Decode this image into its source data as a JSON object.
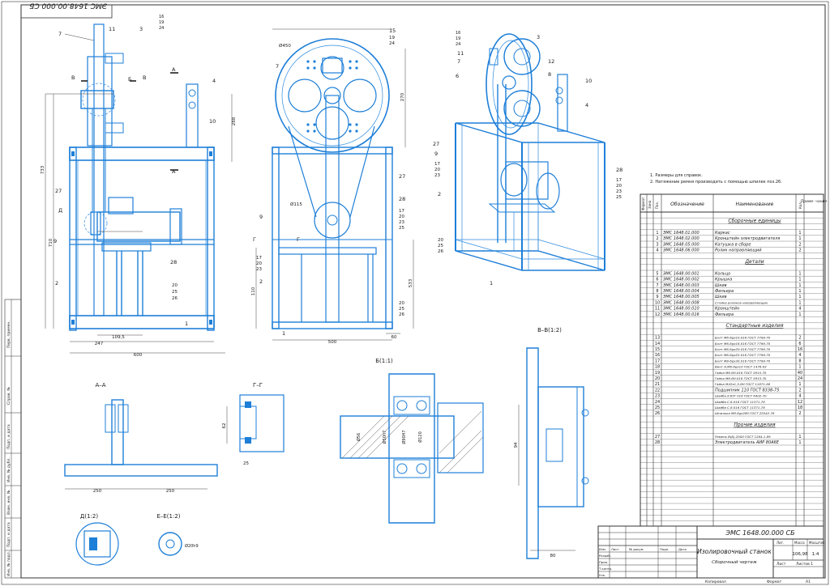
{
  "stamp_top": "ЭМС 1648.00.000 СБ",
  "notes": [
    "1. Размеры для справок.",
    "2. Натяжение ремня производить с помощью шпилек поз.26."
  ],
  "views": {
    "section_aa": "А–А",
    "section_gg": "Г–Г",
    "detail_b": "Б(1:1)",
    "section_vv": "В–В(1:2)",
    "detail_d": "Д(1:2)",
    "section_ee": "Е–Е(1:2)"
  },
  "bom": {
    "headers": {
      "format": "Формат",
      "zone": "Зона",
      "pos": "Поз.",
      "designation": "Обозначение",
      "name": "Наименование",
      "qty": "Кол.",
      "note": "Приме-\nчание"
    },
    "sections": [
      {
        "title": "Сборочные единицы",
        "rows": [
          {
            "pos": "1",
            "des": "ЭМС 1648.01.000",
            "name": "Каркас",
            "qty": "1"
          },
          {
            "pos": "2",
            "des": "ЭМС 1648.02.000",
            "name": "Кронштейн электродвигателя",
            "qty": "1"
          },
          {
            "pos": "3",
            "des": "ЭМС 1648.05.000",
            "name": "Катушка в сборе",
            "qty": "2"
          },
          {
            "pos": "4",
            "des": "ЭМС 1648.06.000",
            "name": "Ролик направляющий",
            "qty": "2"
          }
        ]
      },
      {
        "title": "Детали",
        "rows": [
          {
            "pos": "5",
            "des": "ЭМС 1648.00.001",
            "name": "Кольцо",
            "qty": "1"
          },
          {
            "pos": "6",
            "des": "ЭМС 1648.00.002",
            "name": "Крышка",
            "qty": "1"
          },
          {
            "pos": "7",
            "des": "ЭМС 1648.00.003",
            "name": "Шкив",
            "qty": "1"
          },
          {
            "pos": "8",
            "des": "ЭМС 1648.00.004",
            "name": "Фильера",
            "qty": "1"
          },
          {
            "pos": "9",
            "des": "ЭМС 1648.00.005",
            "name": "Шкив",
            "qty": "1"
          },
          {
            "pos": "10",
            "des": "ЭМС 1648.00.008",
            "name": "Стойка роликов направляющих",
            "qty": "1"
          },
          {
            "pos": "11",
            "des": "ЭМС 1648.00.010",
            "name": "Кронштейн",
            "qty": "4"
          },
          {
            "pos": "12",
            "des": "ЭМС 1648.00.016",
            "name": "Фильера",
            "qty": "1"
          }
        ]
      },
      {
        "title": "Стандартные изделия",
        "rows": [
          {
            "pos": "13",
            "des": "",
            "name": "Болт М6-6gх10.016 ГОСТ 7798-70",
            "qty": "2"
          },
          {
            "pos": "14",
            "des": "",
            "name": "Болт М6-6gх16.016 ГОСТ 7798-70",
            "qty": "6"
          },
          {
            "pos": "15",
            "des": "",
            "name": "Болт М6-6gх20.016 ГОСТ 7798-70",
            "qty": "16"
          },
          {
            "pos": "16",
            "des": "",
            "name": "Болт М6-6gх25.016 ГОСТ 7798-70",
            "qty": "4"
          },
          {
            "pos": "17",
            "des": "",
            "name": "Болт М8-6gх30.016 ГОСТ 7798-70",
            "qty": "8"
          },
          {
            "pos": "18",
            "des": "",
            "name": "Винт А.М6-6gх10 ГОСТ 1476-93",
            "qty": "1"
          },
          {
            "pos": "19",
            "des": "",
            "name": "Гайка М6-6Н.016 ГОСТ 5915-70",
            "qty": "40"
          },
          {
            "pos": "20",
            "des": "",
            "name": "Гайка М8-6Н.016 ГОСТ 5915-70",
            "qty": "24"
          },
          {
            "pos": "21",
            "des": "",
            "name": "Гайка М42х1,5-6Н ГОСТ 11871-88",
            "qty": "1"
          },
          {
            "pos": "22",
            "des": "",
            "name": "Подшипник 110 ГОСТ 8338-75",
            "qty": "2"
          },
          {
            "pos": "23",
            "des": "",
            "name": "Шайба 8.65Г 016 ГОСТ 6402-70",
            "qty": "4"
          },
          {
            "pos": "24",
            "des": "",
            "name": "Шайба С.6.016 ГОСТ 11371-78",
            "qty": "12"
          },
          {
            "pos": "25",
            "des": "",
            "name": "Шайба С.8.016 ГОСТ 11371-78",
            "qty": "18"
          },
          {
            "pos": "26",
            "des": "",
            "name": "Шпилька М8-6gх280 ГОСТ 22042-76",
            "qty": "2"
          }
        ]
      },
      {
        "title": "Прочие изделия",
        "rows": [
          {
            "pos": "27",
            "des": "",
            "name": "Ремень В(Б)-2000 ГОСТ 1284.1-89",
            "qty": "1"
          },
          {
            "pos": "28",
            "des": "",
            "name": "Электродвигатель АИР 80А6Е",
            "qty": "1"
          }
        ]
      }
    ]
  },
  "title_block": {
    "designation": "ЭМС 1648.00.000 СБ",
    "name_line1": "Изолировочный станок",
    "name_line2": "Сборочный чертеж",
    "mass": "106,98",
    "scale": "1:4",
    "sheet": "Лист",
    "sheets": "Листов 1",
    "lit": "Лит.",
    "mass_label": "Масса",
    "scale_label": "Масштаб",
    "rows": [
      "Изм.",
      "Лист",
      "№ докум.",
      "Подп.",
      "Дата"
    ],
    "roles": [
      "Разраб.",
      "Пров.",
      "Т.контр.",
      "",
      "Н.контр.",
      "Утв."
    ],
    "copied": "Копировал",
    "format": "Формат",
    "format_val": "А1"
  },
  "side_labels": [
    "Инв. № подл.",
    "Подп. и дата",
    "Взам. инв. №",
    "Инв. № дубл.",
    "Подп. и дата",
    "Справ. №",
    "Перв. примен."
  ],
  "dims": {
    "front_w": "600",
    "front_w2": "247",
    "front_w3": "109,5",
    "front_h": "733",
    "front_h2": "710",
    "front_h3": "288",
    "side_w": "500",
    "side_w2": "60",
    "side_d": "Ø450",
    "side_d2": "Ø115",
    "side_h": "270",
    "side_h2": "533",
    "side_h3": "110",
    "aa_w1": "250",
    "aa_w2": "250",
    "vv_w": "80",
    "vv_h": "94",
    "gg_h": "62",
    "gg_w": "25",
    "b_d1": "Ø56",
    "b_d2": "Ø50h7",
    "b_d3": "Ø90H7",
    "b_d4": "Ø120",
    "e_d": "Ø20h9"
  },
  "callouts": {
    "front": [
      "7",
      "11",
      "3",
      "16",
      "19",
      "24",
      "В",
      "В",
      "Б",
      "А",
      "4",
      "10",
      "27",
      "Д",
      "9",
      "2",
      "28",
      "20",
      "25",
      "26",
      "1",
      "А"
    ],
    "side": [
      "15",
      "19",
      "24",
      "7",
      "27",
      "28",
      "17",
      "20",
      "23",
      "25",
      "9",
      "2",
      "17",
      "20",
      "23",
      "20",
      "25",
      "26",
      "1",
      "Г",
      "Г"
    ],
    "iso": [
      "16",
      "19",
      "24",
      "11",
      "7",
      "6",
      "3",
      "12",
      "8",
      "10",
      "4",
      "27",
      "9",
      "17",
      "20",
      "23",
      "2",
      "20",
      "25",
      "26",
      "28",
      "17",
      "20",
      "23",
      "25",
      "1"
    ]
  }
}
